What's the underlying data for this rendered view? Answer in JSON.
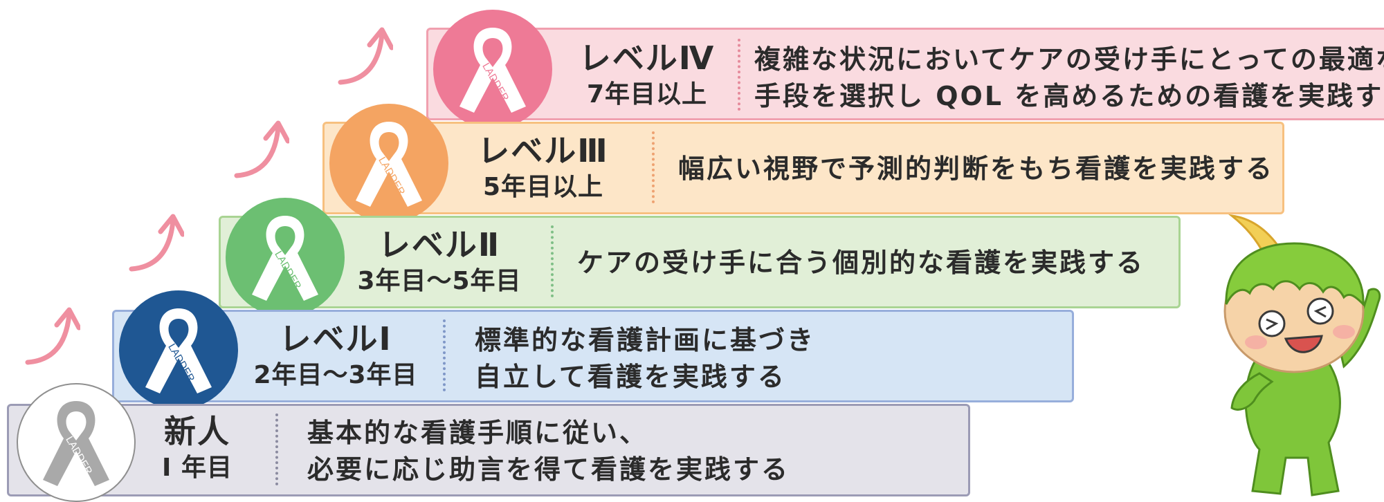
{
  "colors": {
    "arrow": "#ef8fa0",
    "levels": {
      "new": {
        "fill": "#e4e3ea",
        "border": "#9b9bb5",
        "badge": "#ffffff",
        "ribbon": "#a9a9a9"
      },
      "l1": {
        "fill": "#d6e5f5",
        "border": "#97aedb",
        "badge": "#1f5793",
        "ribbon": "#ffffff"
      },
      "l2": {
        "fill": "#e1efd7",
        "border": "#a9d493",
        "badge": "#6cbf72",
        "ribbon": "#ffffff"
      },
      "l3": {
        "fill": "#fde6c8",
        "border": "#f7c07f",
        "badge": "#f4a462",
        "ribbon": "#ffffff"
      },
      "l4": {
        "fill": "#fadbe0",
        "border": "#f0a0af",
        "badge": "#ee7a96",
        "ribbon": "#ffffff"
      }
    }
  },
  "badge_text": "LADDER",
  "levels": {
    "new": {
      "name": "新人",
      "years": "I 年目",
      "desc": [
        "基本的な看護手順に従い、",
        "必要に応じ助言を得て看護を実践する"
      ]
    },
    "l1": {
      "name": "レベルⅠ",
      "years": "2年目～3年目",
      "desc": [
        "標準的な看護計画に基づき",
        "自立して看護を実践する"
      ]
    },
    "l2": {
      "name": "レベルⅡ",
      "years": "3年目～5年目",
      "desc": [
        "ケアの受け手に合う個別的な看護を実践する"
      ]
    },
    "l3": {
      "name": "レベルⅢ",
      "years": "5年目以上",
      "desc": [
        "幅広い視野で予測的判断をもち看護を実践する"
      ]
    },
    "l4": {
      "name": "レベルⅣ",
      "years": "7年目以上",
      "desc": [
        "複雑な状況においてケアの受け手にとっての最適な",
        "手段を選択し QOL を高めるための看護を実践する"
      ]
    }
  },
  "mascot": "green-mascot-character",
  "icons": [
    "ladder-ribbon-icon",
    "curved-up-arrow-icon"
  ]
}
